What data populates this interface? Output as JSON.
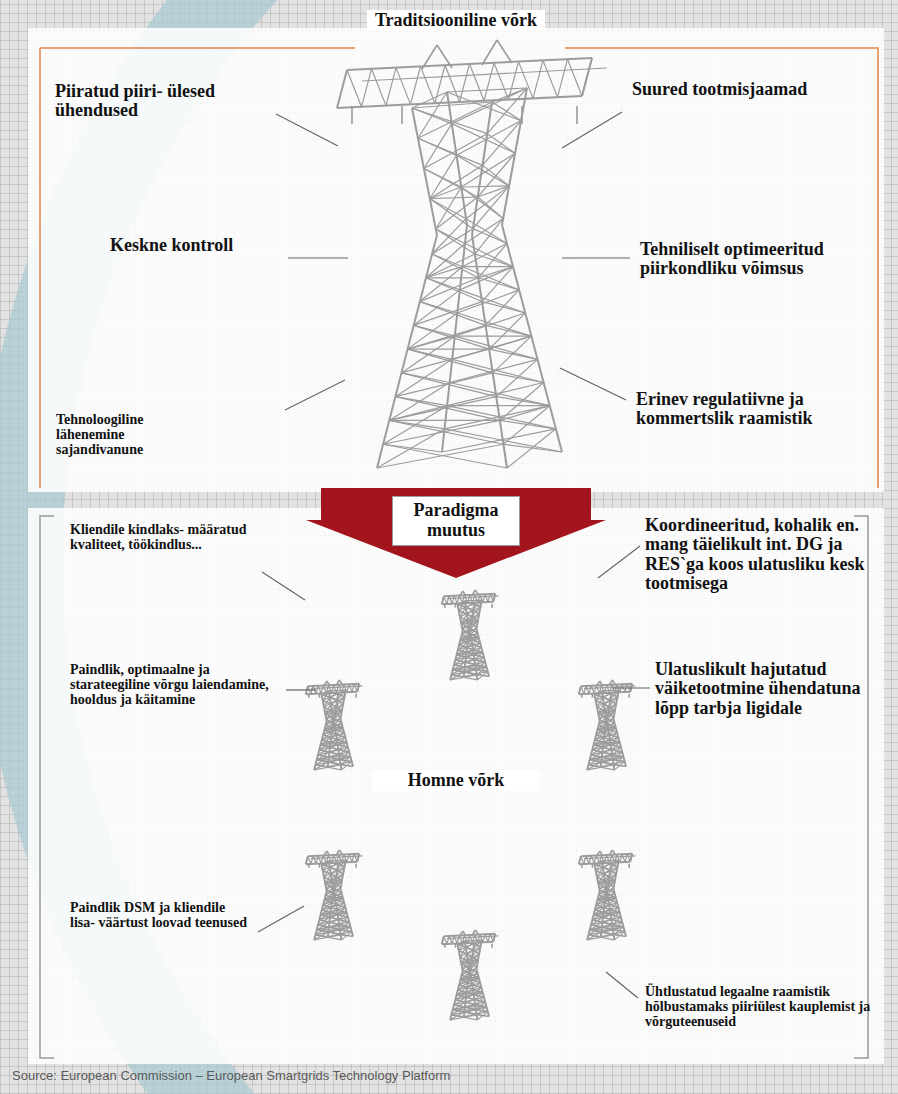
{
  "diagram": {
    "caption": "Source: European Commission – European Smartgrids Technology Platform",
    "nodes": [
      {
        "text": [
          "Traditsiooniline võrk"
        ]
      },
      {
        "text": [
          "Homne võrk"
        ]
      }
    ],
    "edges": [
      {
        "from": 0,
        "to": 1,
        "arrow": "to",
        "label": "Paradigma muutus"
      }
    ],
    "labels": [
      "Piiratud piiri- ülesed ühendused",
      "Suured tootmisjaamad",
      "Keskne kontroll",
      "Tehniliselt optimeeritud piirkondliku võimsus",
      "Tehnoloogiline lähenemine sajandivanune",
      "Erinev regulatiivne ja kommertslik raamistik",
      "Kliendile kindlaks- määratud kvaliteet, töökindlus...",
      "Koordineeritud, kohalik en. mang täielikult int. DG ja RES`ga koos ulatusliku kesk tootmisega",
      "Paindlik, optimaalne ja starateegiline võrgu laiendamine, hooldus ja käitamine",
      "Ulatuslikult hajutatud väiketootmine ühendatuna lõpp tarbja ligidale",
      "Paindlik DSM ja kliendile lisa- väärtust loovad teenused",
      "Ühtlustatud legaalne raamistik hõlbustamaks piiriülest kauplemist ja võrguteenuseid"
    ]
  }
}
